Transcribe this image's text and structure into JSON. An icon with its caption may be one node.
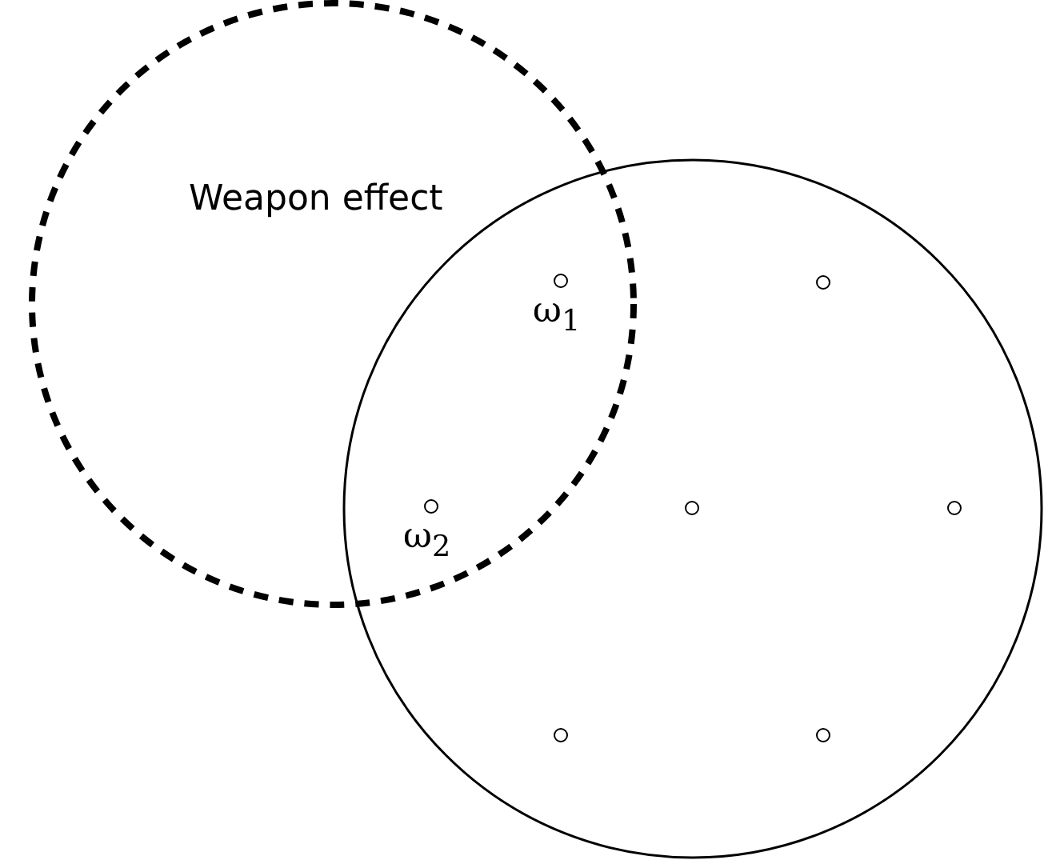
{
  "diagram": {
    "nodes": [
      {
        "text": [
          "Weapon effect"
        ]
      },
      {
        "text": [],
        "shape": "circle"
      },
      {
        "text": [],
        "shape": "circle",
        "beside": [
          "ω$_{1}$"
        ]
      },
      {
        "text": [],
        "shape": "circle",
        "in": 1
      },
      {
        "text": [],
        "shape": "circle",
        "beside": [
          "ω$_{2}$"
        ]
      },
      {
        "text": [],
        "shape": "circle",
        "in": 1
      },
      {
        "text": [],
        "shape": "circle",
        "in": 1
      },
      {
        "text": [],
        "shape": "circle",
        "in": 1
      },
      {
        "text": [],
        "shape": "circle",
        "in": 1
      }
    ],
    "edges": []
  }
}
